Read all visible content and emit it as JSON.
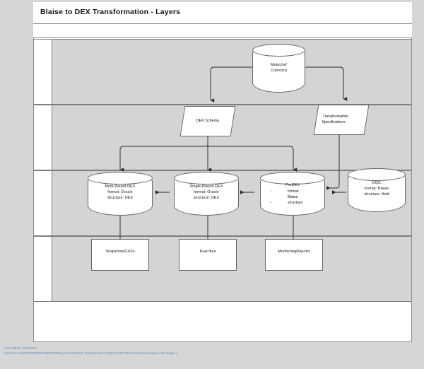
{
  "document": {
    "title": "Blaise to DEX Transformation - Layers"
  },
  "footer": {
    "line1": "Last edited: 4/24/2018",
    "line2": "\\\\westat.com\\DFS\\MDPS\\OHJP\\RP\\Requirements\\Data Transformation\\DQC to DEX\\TransformationLayers.vsdx Page-1"
  },
  "lanes": [
    {
      "label": ""
    },
    {
      "label": ""
    },
    {
      "label": ""
    },
    {
      "label": ""
    }
  ],
  "nodes": {
    "metalite": {
      "shape": "cylinder",
      "line1": "MetaLite/",
      "line2": "Colectica"
    },
    "dex_schema": {
      "shape": "parallelogram",
      "label": "DEX Schema"
    },
    "transformation_specs": {
      "shape": "parallelogram",
      "line1": "Transformation",
      "line2": "Specifications"
    },
    "multi_round_dex": {
      "shape": "cylinder",
      "line1": "Multi-Round DEX",
      "line2": "format: Oracle",
      "line3": "structure: DEX"
    },
    "single_round_dex": {
      "shape": "cylinder",
      "line1": "Single-Round DEX",
      "line2": "format: Oracle",
      "line3": "structure: DEX"
    },
    "predex": {
      "shape": "cylinder",
      "title": "PreDEX",
      "bullet1_dash": "-",
      "bullet1_text": "format:",
      "bullet1_cont": "Blaise",
      "bullet2_dash": "-",
      "bullet2_text": "structure:"
    },
    "dqc": {
      "shape": "cylinder",
      "line1": "DQC",
      "line2": "format: Blaise",
      "line3": "structure: field"
    },
    "snapshots": {
      "shape": "rectangle",
      "label": "Snapshots/FUFs"
    },
    "raw_files": {
      "shape": "rectangle",
      "label": "Raw files"
    },
    "monitoring_reports": {
      "shape": "rectangle",
      "label": "MonitoringReports"
    }
  },
  "colors": {
    "canvas": "#d6d6d6",
    "lane_body": "#d4d4d4",
    "shape_fill": "#ffffff",
    "shape_stroke": "#666666",
    "connector": "#4d4d4d",
    "footer_text": "#5b84c4"
  }
}
